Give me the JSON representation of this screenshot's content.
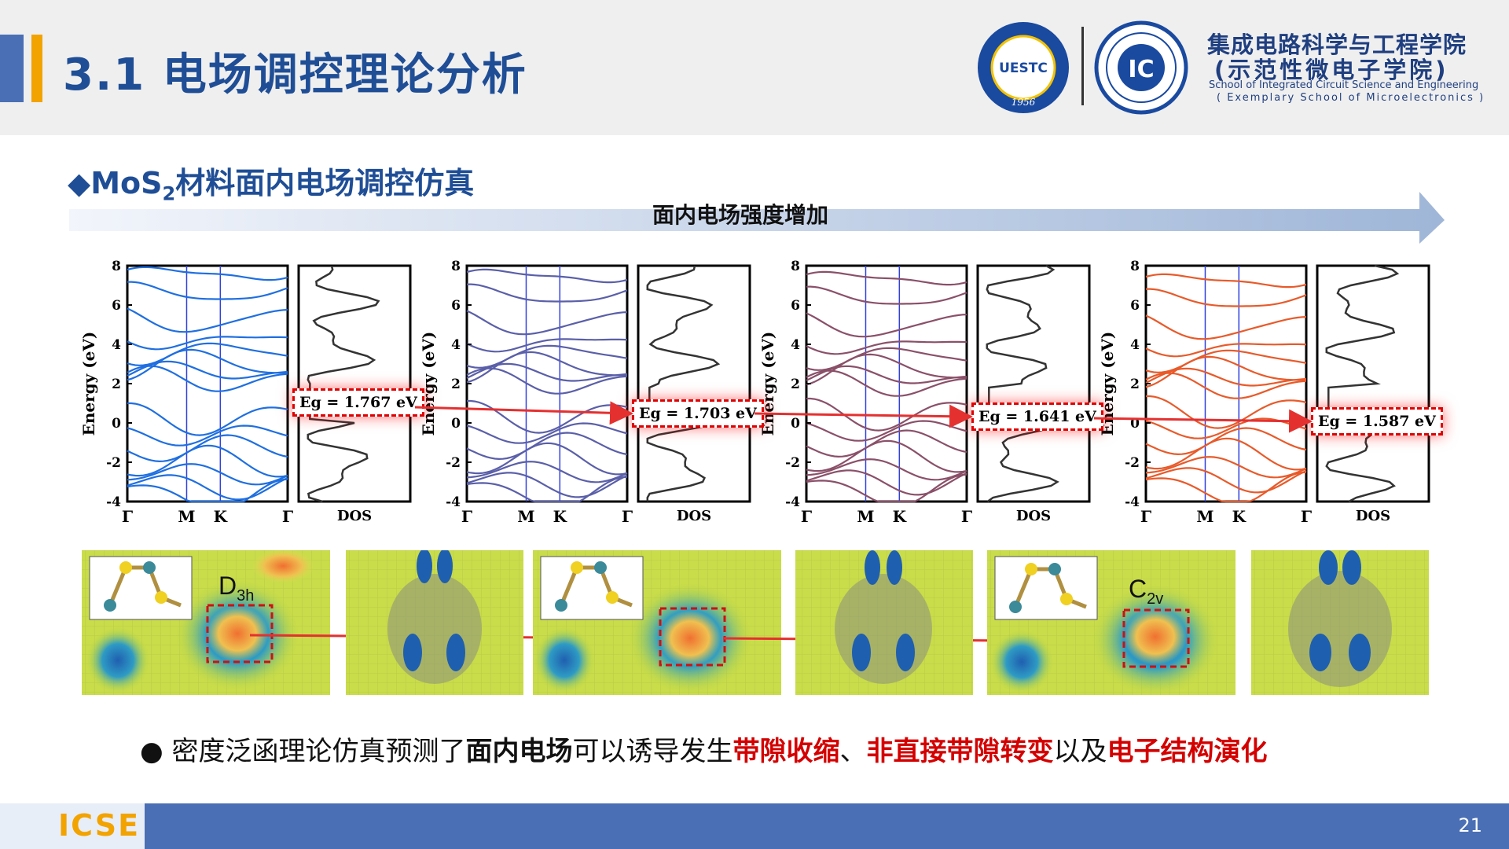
{
  "header": {
    "title": "3.1 电场调控理论分析",
    "school_cn_line1": "集成电路科学与工程学院",
    "school_cn_line2": "(示范性微电子学院)",
    "school_en_line1": "School of Integrated Circuit Science and Engineering",
    "school_en_line2": "( Exemplary School of Microelectronics )",
    "logo1_text": "UESTC",
    "logo1_year": "1956",
    "logo2_text": "IC"
  },
  "section_title": "◆MoS₂材料面内电场调控仿真",
  "arrow_label": "面内电场强度增加",
  "band_axis": {
    "ylabel": "Energy (eV)",
    "yticks": [
      "8",
      "6",
      "4",
      "2",
      "0",
      "-2",
      "-4"
    ],
    "kpoints": [
      "Γ",
      "M",
      "K",
      "Γ"
    ],
    "dos_label": "DOS"
  },
  "band_panels": [
    {
      "eg": "Eg = 1.767 eV",
      "color": "#1f6fe0"
    },
    {
      "eg": "Eg = 1.703 eV",
      "color": "#5a5fa8"
    },
    {
      "eg": "Eg = 1.641 eV",
      "color": "#8a5068"
    },
    {
      "eg": "Eg = 1.587 eV",
      "color": "#e85a2a"
    }
  ],
  "symmetry_labels": {
    "d3h_main": "D",
    "d3h_sub": "3h",
    "c2v_main": "C",
    "c2v_sub": "2v"
  },
  "bullet": {
    "symbol": "●",
    "p1": "密度泛函理论仿真预测了",
    "b1": "面内电场",
    "p2": "可以诱导发生",
    "r1": "带隙收缩",
    "p3": "、",
    "r2": "非直接带隙转变",
    "p4": "以及",
    "r3": "电子结构演化"
  },
  "footer": {
    "logo": "ICSE",
    "page": "21"
  }
}
